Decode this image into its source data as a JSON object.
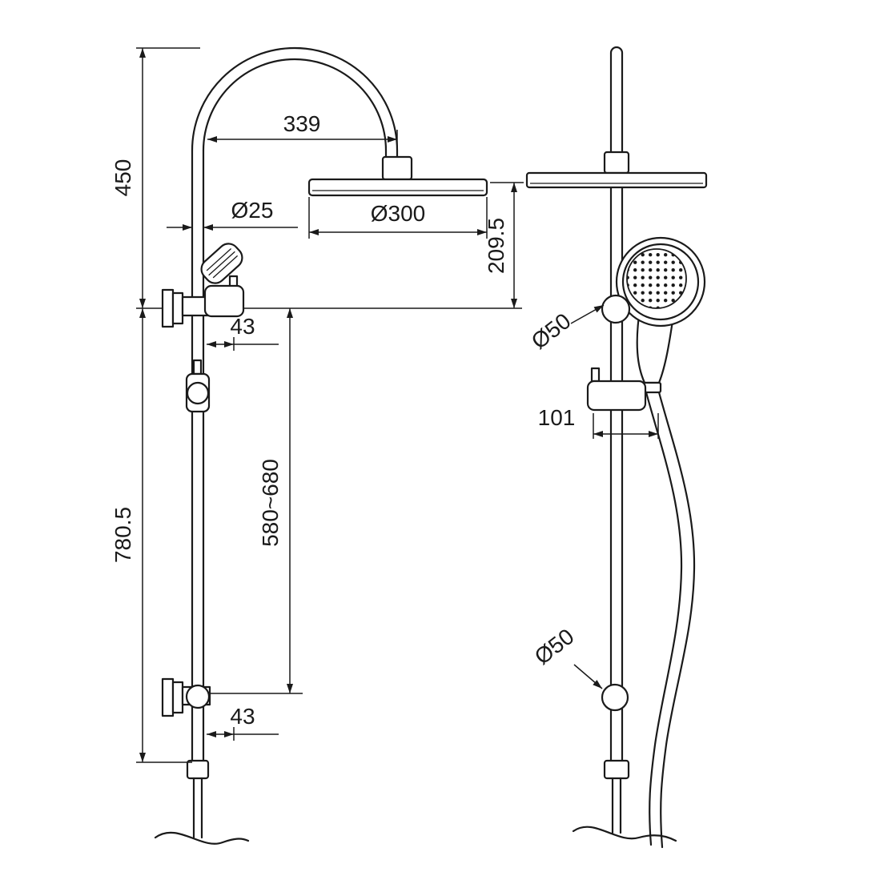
{
  "colors": {
    "line": "#1a1a1a",
    "background": "#ffffff"
  },
  "dims": {
    "height_top": "450",
    "reach": "339",
    "rail_diameter": "Ø25",
    "head_diameter": "Ø300",
    "drop": "209.5",
    "offset_top": "43",
    "slide_range": "580~680",
    "height_bottom": "780.5",
    "offset_bottom": "43",
    "bracket_top_diameter": "Ø50",
    "bracket_offset": "101",
    "bracket_bottom_diameter": "Ø50"
  }
}
